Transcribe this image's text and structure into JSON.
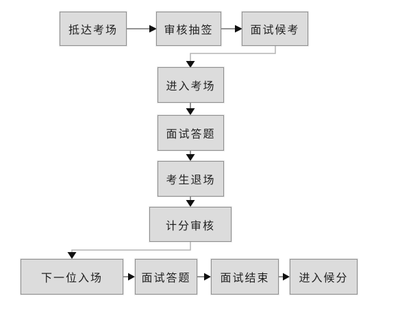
{
  "diagram": {
    "type": "flowchart",
    "nodes": [
      {
        "id": "arrive-at-venue",
        "label": "抵达考场"
      },
      {
        "id": "review-draw-lots",
        "label": "审核抽签"
      },
      {
        "id": "interview-waiting",
        "label": "面试候考"
      },
      {
        "id": "enter-exam-room",
        "label": "进入考场"
      },
      {
        "id": "interview-answering",
        "label": "面试答题"
      },
      {
        "id": "candidate-exit",
        "label": "考生退场"
      },
      {
        "id": "score-review",
        "label": "计分审核"
      },
      {
        "id": "next-candidate-enter",
        "label": "下一位入场"
      },
      {
        "id": "interview-answering-2",
        "label": "面试答题"
      },
      {
        "id": "interview-end",
        "label": "面试结束"
      },
      {
        "id": "enter-score-waiting",
        "label": "进入候分"
      }
    ],
    "edges": [
      {
        "from": "抵达考场",
        "to": "审核抽签"
      },
      {
        "from": "审核抽签",
        "to": "面试候考"
      },
      {
        "from": "面试候考",
        "to": "进入考场"
      },
      {
        "from": "进入考场",
        "to": "面试答题"
      },
      {
        "from": "面试答题",
        "to": "考生退场"
      },
      {
        "from": "考生退场",
        "to": "计分审核"
      },
      {
        "from": "计分审核",
        "to": "下一位入场"
      },
      {
        "from": "下一位入场",
        "to": "面试答题"
      },
      {
        "from": "面试答题",
        "to": "面试结束"
      },
      {
        "from": "面试结束",
        "to": "进入候分"
      }
    ],
    "colors": {
      "background": "#ffffff",
      "box_fill": "#dcdcdc",
      "box_border": "#8f8f8f",
      "text": "#1f1f1f",
      "arrow_line": "#6e6e6e",
      "elbow_line": "#b3b3b3",
      "arrowhead": "#111111"
    }
  }
}
